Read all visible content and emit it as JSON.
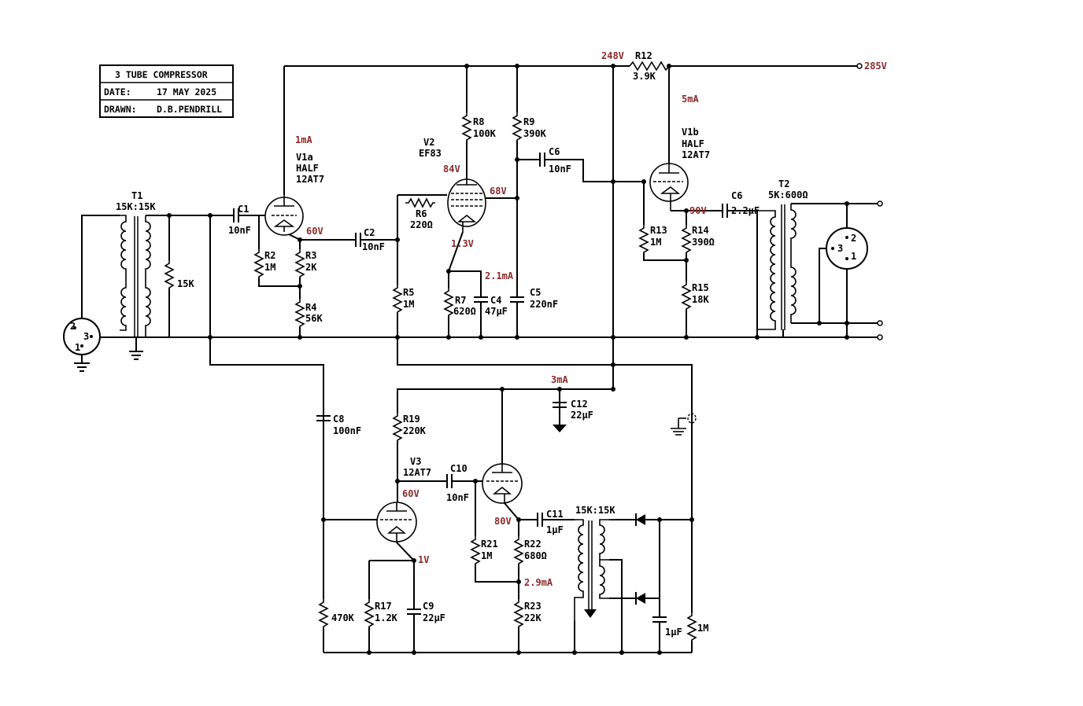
{
  "title_block": {
    "title": "3 TUBE COMPRESSOR",
    "date_label": "DATE:",
    "date_value": "17 MAY 2025",
    "drawn_label": "DRAWN:",
    "drawn_value": "D.B.PENDRILL"
  },
  "supply": {
    "b_plus": "285V",
    "node_248": "248V",
    "r12_name": "R12",
    "r12_value": "3.9K",
    "i_5ma": "5mA"
  },
  "t1": {
    "name": "T1",
    "ratio": "15K:15K",
    "load": "15K"
  },
  "t2": {
    "name": "T2",
    "ratio": "5K:600Ω"
  },
  "t3": {
    "ratio": "15K:15K"
  },
  "xlr_in": {
    "p1": "1",
    "p2": "2",
    "p3": "3"
  },
  "xlr_out": {
    "p1": "1",
    "p2": "2",
    "p3": "3"
  },
  "v1a": {
    "name": "V1a",
    "half": "HALF",
    "type": "12AT7",
    "current": "1mA",
    "cathode_v": "60V"
  },
  "v1b": {
    "name": "V1b",
    "half": "HALF",
    "type": "12AT7",
    "cathode_v": "90V"
  },
  "v2": {
    "name": "V2",
    "type": "EF83",
    "anode_v": "84V",
    "screen_v": "68V",
    "cathode_v": "1.3V",
    "current": "2.1mA"
  },
  "v3": {
    "name": "V3",
    "type": "12AT7",
    "anode_v": "60V",
    "cathode_v": "1V",
    "cathode2_v": "80V",
    "current": "2.9mA",
    "supply_i": "3mA"
  },
  "components": {
    "c1": {
      "name": "C1",
      "value": "10nF"
    },
    "c2": {
      "name": "C2",
      "value": "10nF"
    },
    "c4": {
      "name": "C4",
      "value": "47μF"
    },
    "c5": {
      "name": "C5",
      "value": "220nF"
    },
    "c6a": {
      "name": "C6",
      "value": "10nF"
    },
    "c6b": {
      "name": "C6",
      "value": "2.2μF"
    },
    "c8": {
      "name": "C8",
      "value": "100nF"
    },
    "c9": {
      "name": "C9",
      "value": "22μF"
    },
    "c10": {
      "name": "C10",
      "value": "10nF"
    },
    "c11": {
      "name": "C11",
      "value": "1μF"
    },
    "c12": {
      "name": "C12",
      "value": "22μF"
    },
    "c_rect": {
      "value": "1μF"
    },
    "r2": {
      "name": "R2",
      "value": "1M"
    },
    "r3": {
      "name": "R3",
      "value": "2K"
    },
    "r4": {
      "name": "R4",
      "value": "56K"
    },
    "r5": {
      "name": "R5",
      "value": "1M"
    },
    "r6": {
      "name": "R6",
      "value": "220Ω"
    },
    "r7": {
      "name": "R7",
      "value": "620Ω"
    },
    "r8": {
      "name": "R8",
      "value": "100K"
    },
    "r9": {
      "name": "R9",
      "value": "390K"
    },
    "r13": {
      "name": "R13",
      "value": "1M"
    },
    "r14": {
      "name": "R14",
      "value": "390Ω"
    },
    "r15": {
      "name": "R15",
      "value": "18K"
    },
    "r17": {
      "name": "R17",
      "value": "1.2K"
    },
    "r19": {
      "name": "R19",
      "value": "220K"
    },
    "r21": {
      "name": "R21",
      "value": "1M"
    },
    "r22": {
      "name": "R22",
      "value": "680Ω"
    },
    "r23": {
      "name": "R23",
      "value": "22K"
    },
    "r_470k": {
      "value": "470K"
    },
    "r_1m_rect": {
      "value": "1M"
    }
  }
}
